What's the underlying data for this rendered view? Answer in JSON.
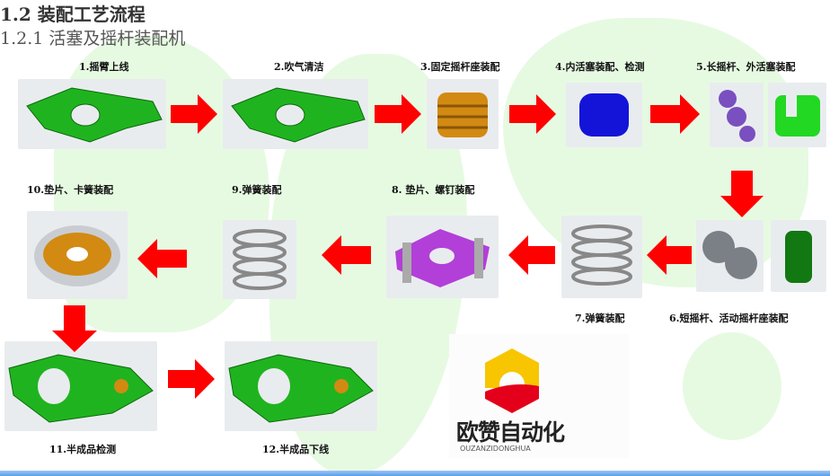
{
  "header": {
    "title": "1.2 装配工艺流程",
    "subtitle": "1.2.1 活塞及摇杆装配机"
  },
  "steps": [
    {
      "label": "1.摇臂上线"
    },
    {
      "label": "2.吹气清洁"
    },
    {
      "label": "3.固定摇杆座装配"
    },
    {
      "label": "4.内活塞装配、检测"
    },
    {
      "label": "5.长摇杆、外活塞装配"
    },
    {
      "label": "6.短摇杆、活动摇杆座装配"
    },
    {
      "label": "7.弹簧装配"
    },
    {
      "label": "8. 垫片、螺钉装配"
    },
    {
      "label": "9.弹簧装配"
    },
    {
      "label": "10.垫片、卡簧装配"
    },
    {
      "label": "11.半成品检测"
    },
    {
      "label": "12.半成品下线"
    }
  ],
  "logo": {
    "name": "欧赞自动化",
    "pinyin": "OUZANZIDONGHUA"
  },
  "colors": {
    "arrow": "#ff0000",
    "part_green": "#1fb41f",
    "bg_map": "#e3f9df"
  }
}
